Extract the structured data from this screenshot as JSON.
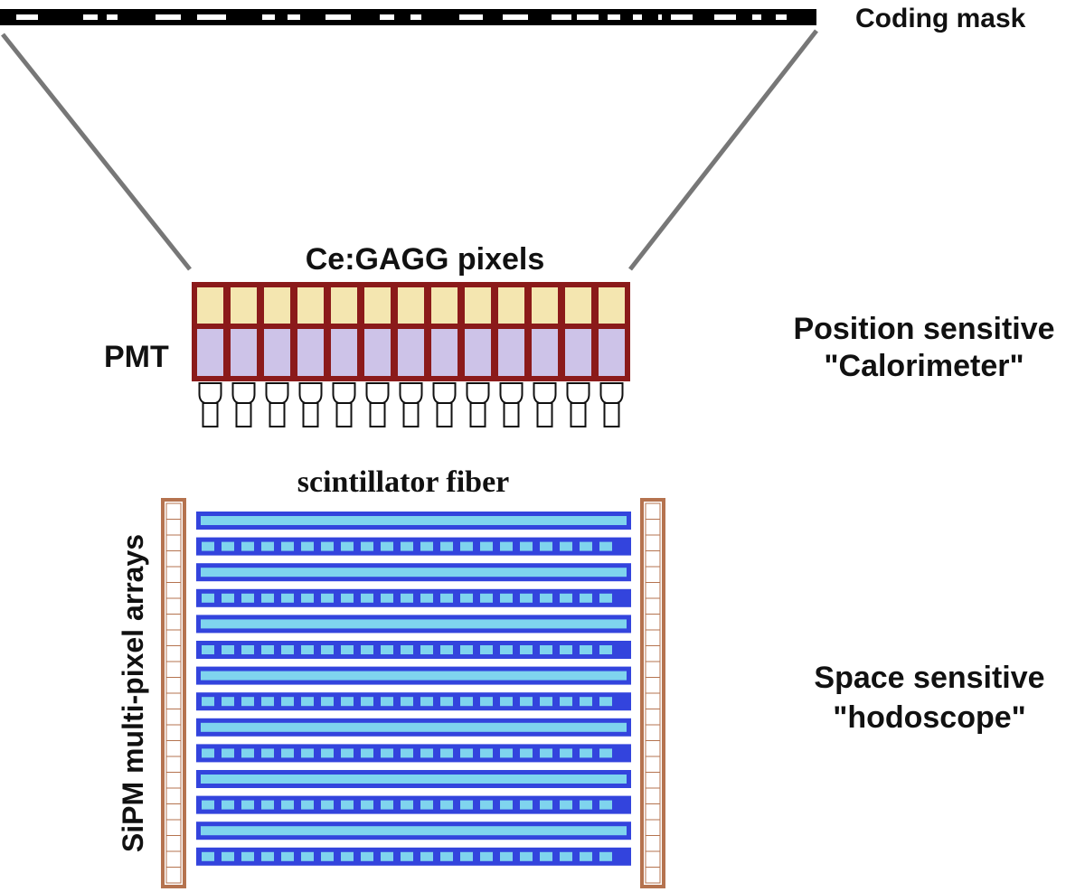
{
  "labels": {
    "coding_mask": "Coding mask",
    "pixels": "Ce:GAGG pixels",
    "pmt": "PMT",
    "calorimeter_line1": "Position sensitive",
    "calorimeter_line2": "\"Calorimeter\"",
    "fiber": "scintillator fiber",
    "sipm": "SiPM multi-pixel arrays",
    "hodoscope_line1": "Space sensitive",
    "hodoscope_line2": "\"hodoscope\""
  },
  "components": {
    "pixel_count": 13,
    "fiber_rows": 14,
    "sipm_cells": 24
  },
  "colors": {
    "crystal": "#f4e6b0",
    "pmt_body": "#cdc3e8",
    "frame": "#8b1a1a",
    "fiber_outline": "#3344dd",
    "fiber_fill": "#7fd4ee",
    "sipm": "#b5734f",
    "fov_line": "#777777",
    "mask": "#000000"
  }
}
